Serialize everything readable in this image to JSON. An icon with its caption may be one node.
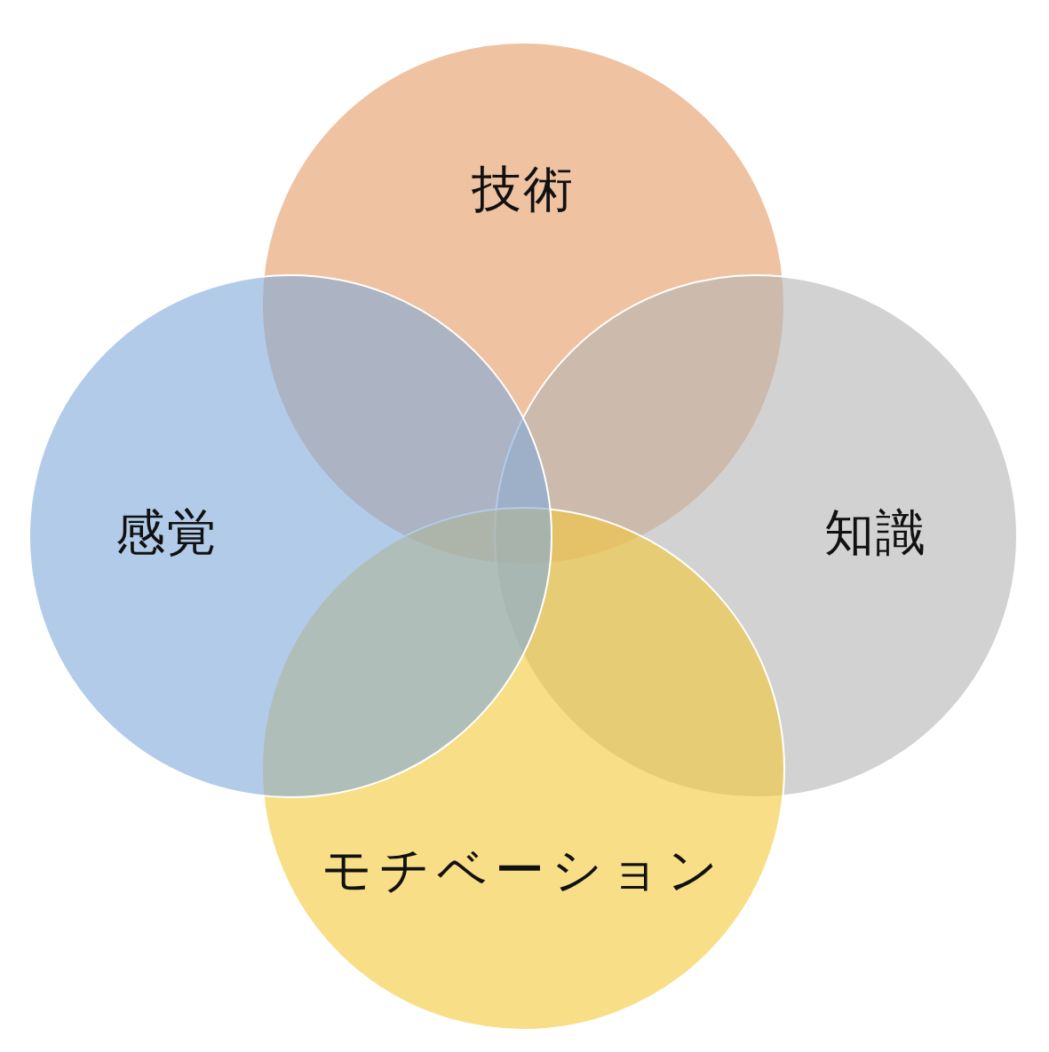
{
  "diagram": {
    "nodes": [
      {
        "text": [
          "技術"
        ]
      },
      {
        "text": [
          "感覚"
        ]
      },
      {
        "text": [
          "知識"
        ]
      },
      {
        "text": [
          "モチベーション"
        ]
      }
    ]
  }
}
